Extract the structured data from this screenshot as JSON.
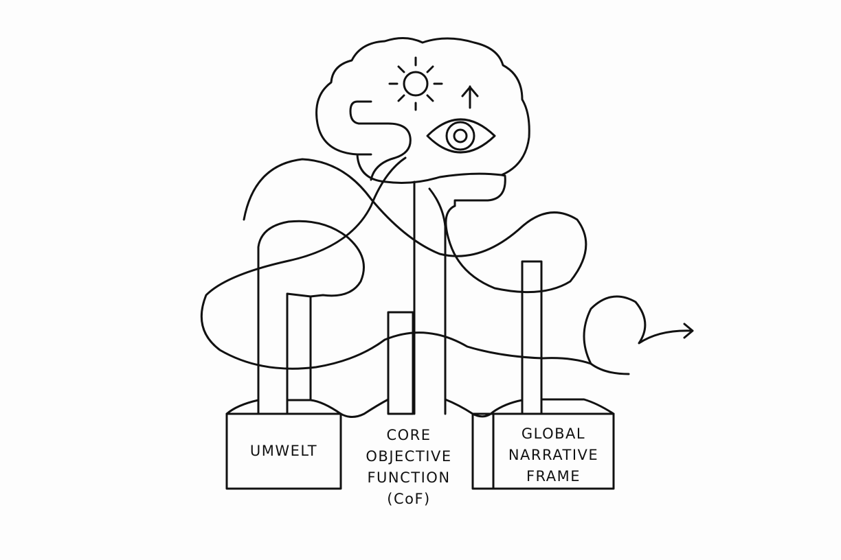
{
  "labels": {
    "umwelt": "UMWELT",
    "core_objective_function": [
      "CORE",
      "OBJECTIVE",
      "FUNCTION",
      "(CoF)"
    ],
    "global_narrative_frame": [
      "GLOBAL",
      "NARRATIVE",
      "FRAME"
    ]
  },
  "colors": {
    "stroke": "#111111",
    "background": "#fdfdfd"
  }
}
